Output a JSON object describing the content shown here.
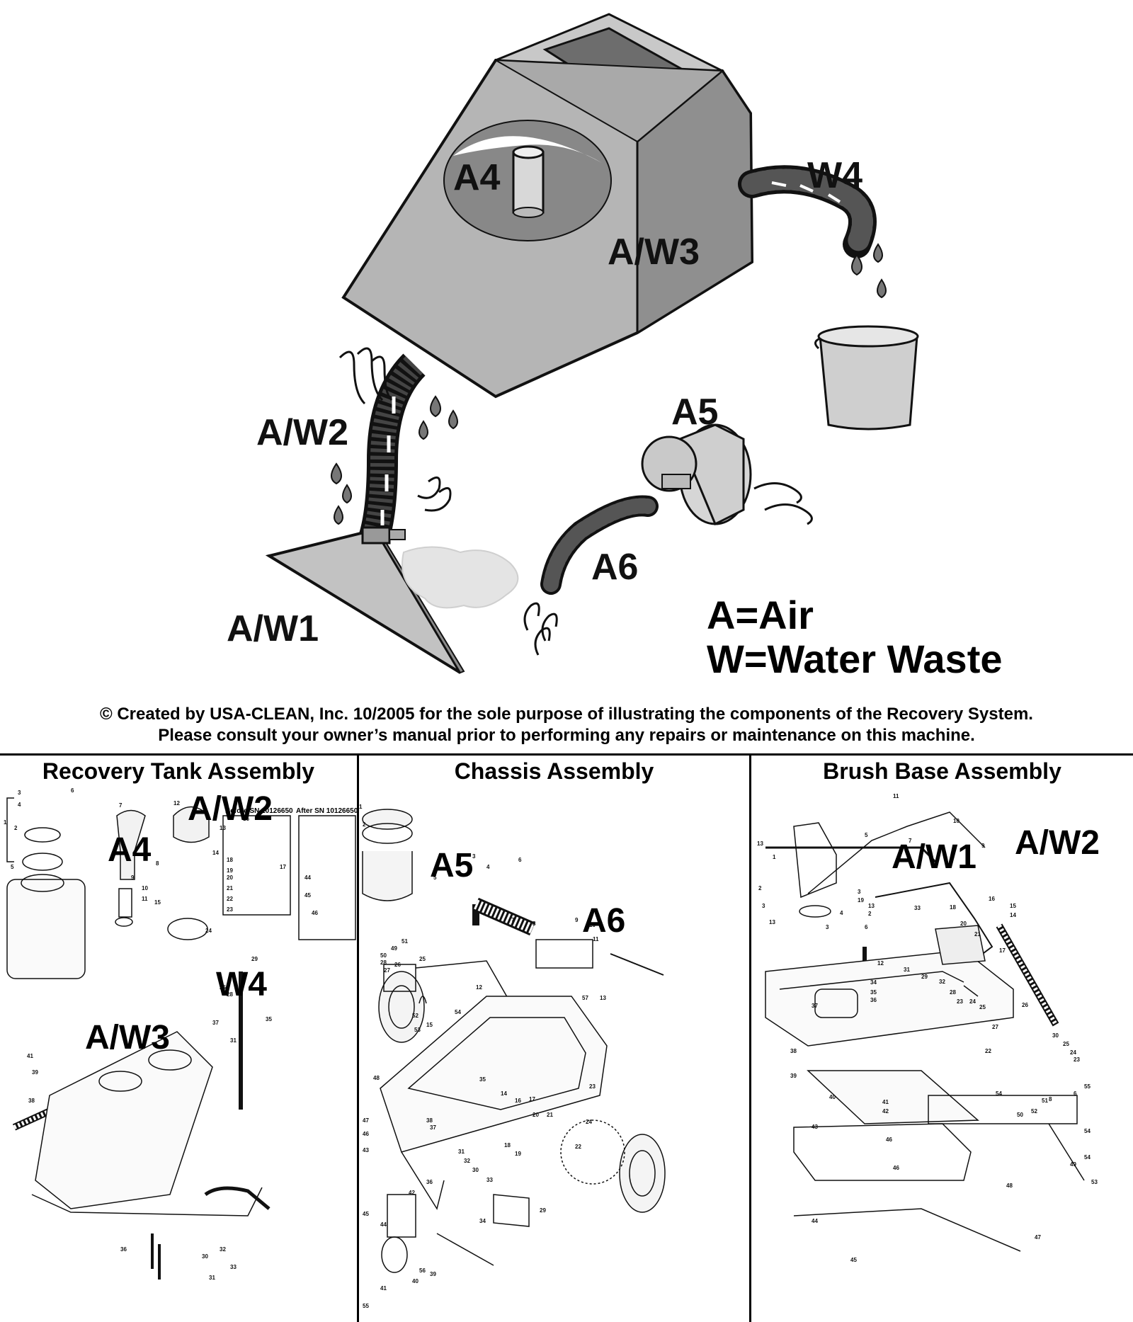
{
  "top_diagram": {
    "labels": {
      "a4": "A4",
      "w4": "W4",
      "aw3": "A/W3",
      "aw2": "A/W2",
      "a5": "A5",
      "a6": "A6",
      "aw1": "A/W1"
    },
    "legend": {
      "air": "A=Air",
      "water": "W=Water Waste"
    },
    "copyright_line1": "© Created by USA-CLEAN, Inc. 10/2005 for the sole purpose of illustrating the components of the Recovery System.",
    "copyright_line2": "Please consult your owner’s manual prior to performing any repairs or maintenance on this machine."
  },
  "panels": {
    "recovery": {
      "title": "Recovery Tank Assembly",
      "labels": {
        "aw2": "A/W2",
        "a4": "A4",
        "w4": "W4",
        "aw3": "A/W3"
      },
      "before_sn": "Before SN 10126650",
      "after_sn": "After SN 10126650"
    },
    "chassis": {
      "title": "Chassis Assembly",
      "labels": {
        "a5": "A5",
        "a6": "A6"
      }
    },
    "brush": {
      "title": "Brush Base Assembly",
      "labels": {
        "aw1": "A/W1",
        "aw2": "A/W2"
      }
    }
  },
  "colors": {
    "tank_body": "#b8b8b8",
    "tank_dark": "#7a7a7a",
    "hose": "#2a2a2a",
    "outline": "#111111"
  }
}
